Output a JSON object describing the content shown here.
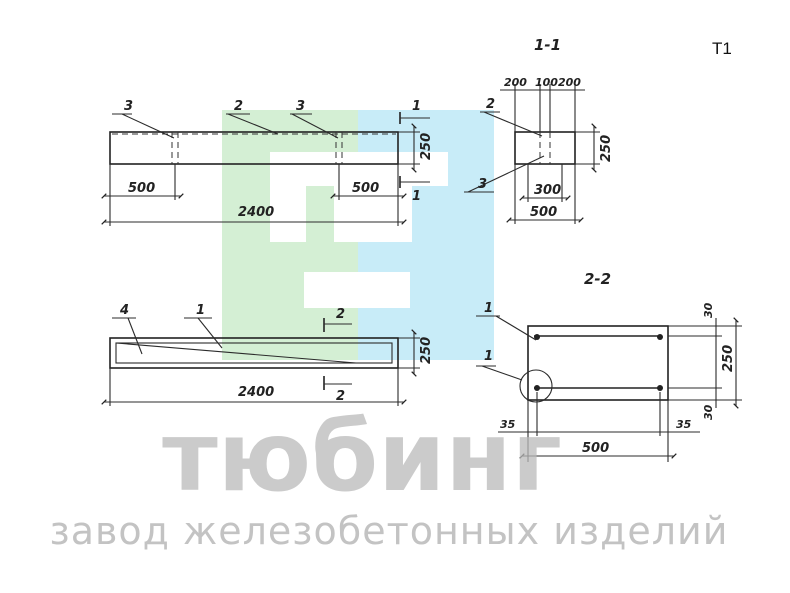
{
  "sheet_label": "Т1",
  "sections": {
    "s11": "1-1",
    "s22": "2-2"
  },
  "plan_view": {
    "leaders": [
      "3",
      "2",
      "3"
    ],
    "dims": {
      "seg_left": "500",
      "seg_right": "500",
      "total": "2400",
      "height": "250"
    },
    "cut_mark": "1"
  },
  "side_view": {
    "leaders": [
      "4",
      "1"
    ],
    "dims": {
      "total": "2400",
      "height": "250"
    },
    "cut_mark": "2"
  },
  "section_1_1": {
    "dims": {
      "top_a": "200",
      "top_b": "100",
      "top_c": "200",
      "height": "250",
      "inner": "300",
      "width": "500"
    },
    "leaders": [
      "2",
      "3"
    ]
  },
  "section_2_2": {
    "dims": {
      "top_cover": "30",
      "height": "250",
      "bottom_cover": "30",
      "left_cover": "35",
      "right_cover": "35",
      "width": "500"
    },
    "leaders": [
      "1",
      "1"
    ]
  },
  "watermark": {
    "brand": "тюбинг",
    "subtitle": "завод железобетонных изделий",
    "colors": {
      "green": "#d4efd4",
      "blue": "#c8ecf8",
      "gray": "#b9b9b9"
    }
  }
}
